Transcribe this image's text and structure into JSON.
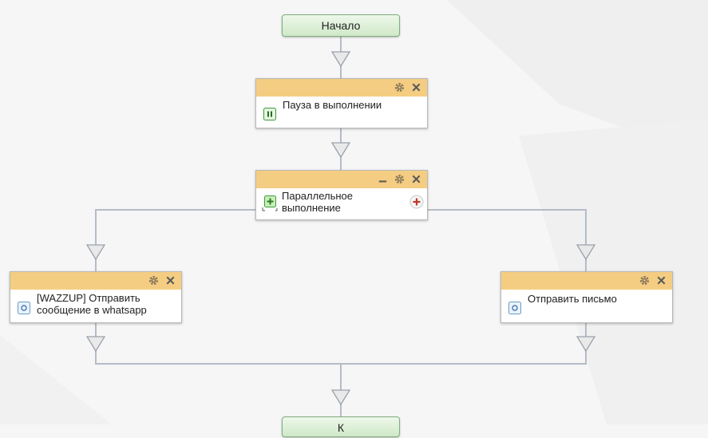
{
  "start": {
    "label": "Начало"
  },
  "end": {
    "label": "К"
  },
  "blocks": {
    "pause": {
      "title": "Пауза в выполнении",
      "icon": "pause-icon"
    },
    "parallel": {
      "title_line1": "Параллельное",
      "title_line2": "выполнение",
      "icon": "parallel-icon"
    },
    "wazzup": {
      "title_line1": "[WAZZUP] Отправить",
      "title_line2": "сообщение в whatsapp",
      "icon": "activity-icon"
    },
    "email": {
      "title": "Отправить письмо",
      "icon": "activity-icon"
    }
  },
  "colors": {
    "header": "#f5cd82",
    "connector": "#b4bcc8",
    "start_fill": "#d8efd2",
    "start_border": "#7fae7f"
  }
}
